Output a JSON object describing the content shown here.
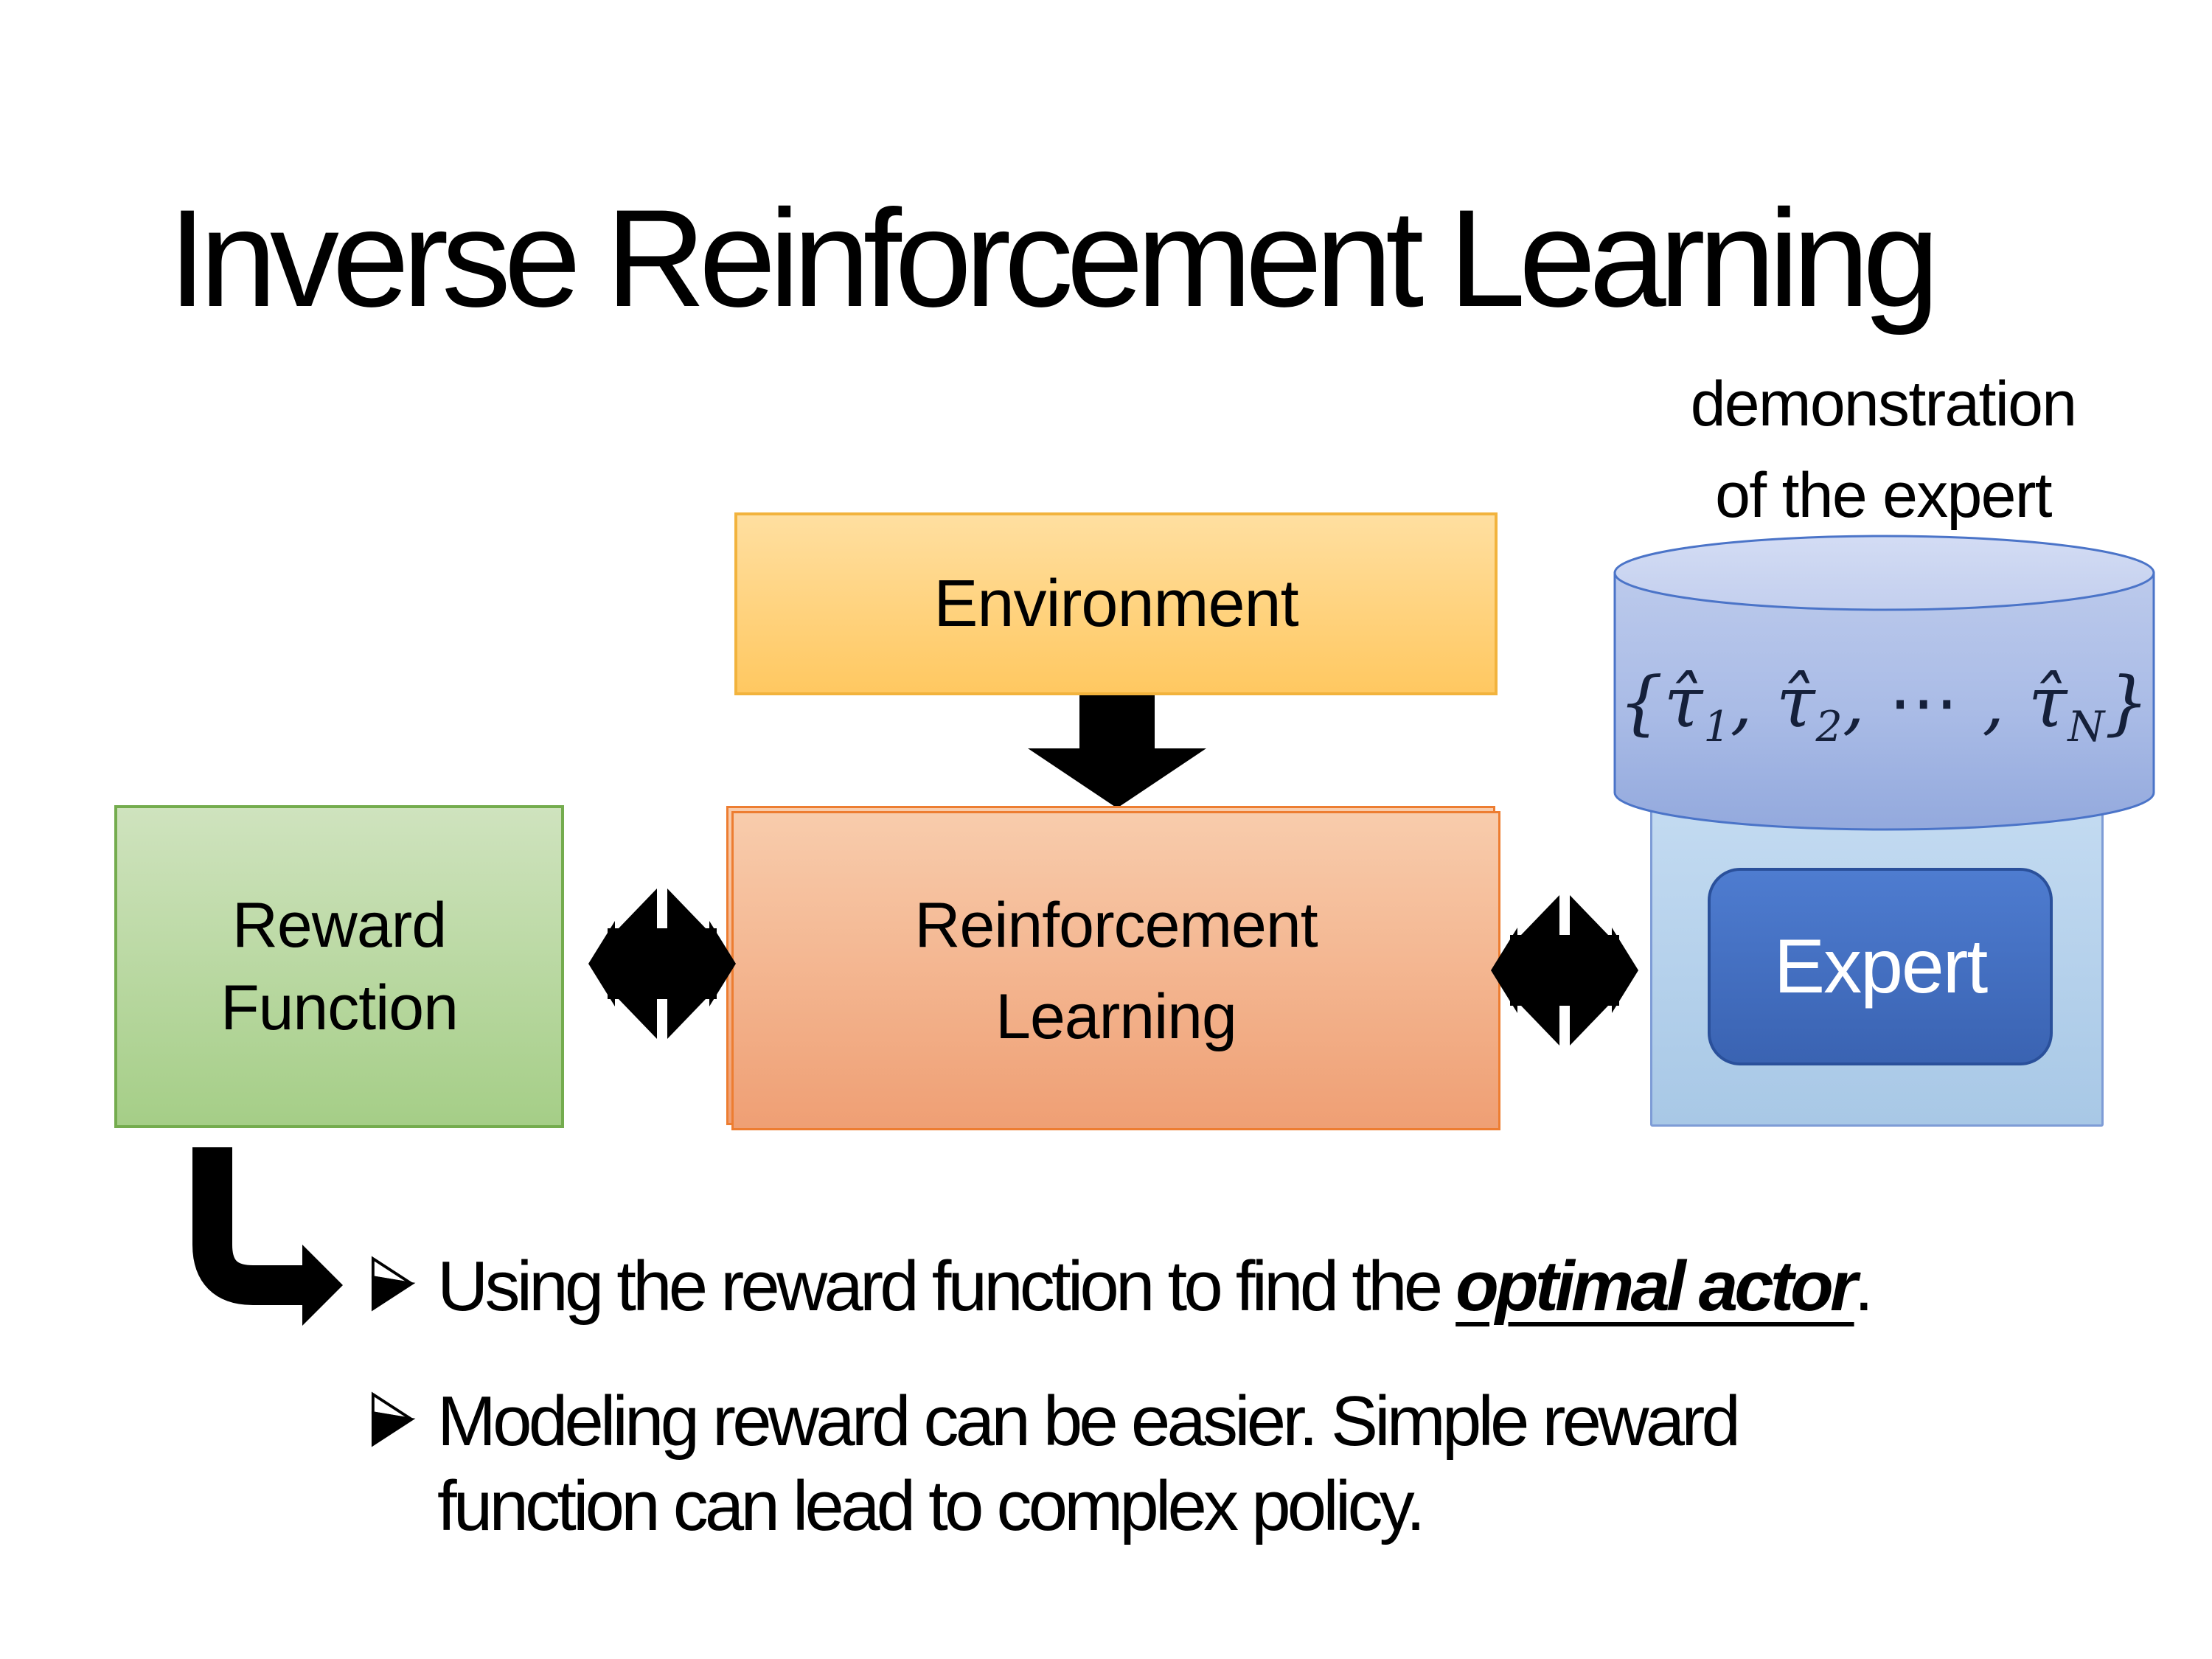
{
  "slide": {
    "title": "Inverse Reinforcement Learning"
  },
  "diagram": {
    "environment": {
      "label": "Environment"
    },
    "reward_function": {
      "label": "Reward\nFunction"
    },
    "reinforcement_learning": {
      "label": "Reinforcement\nLearning"
    },
    "expert": {
      "label": "Expert"
    },
    "demonstration_caption": "demonstration\nof the expert",
    "trajectory_formula": {
      "parts": [
        "{",
        "τ̂",
        "1",
        ", ",
        "τ̂",
        "2",
        ", ⋯ , ",
        "τ̂",
        "N",
        "}"
      ]
    }
  },
  "icons": {
    "bullet_marker": "arrowhead-right-bullet",
    "bullet_marker_glyph": "➢",
    "environment_to_rl": "down-arrow",
    "reward_rl_link": "bidirectional-exchange-arrow",
    "rl_expert_link": "bidirectional-exchange-arrow",
    "reward_to_bullets": "bent-elbow-arrow"
  },
  "bullets": [
    {
      "text_before": "Using the reward function to find the ",
      "emphasis": "optimal actor",
      "text_after": "."
    },
    {
      "text": "Modeling reward can be easier. Simple reward function can lead to complex policy."
    }
  ],
  "colors": {
    "title_text": "#000000",
    "environment_fill_top": "#FFDFA0",
    "environment_fill_bottom": "#FFC861",
    "environment_border": "#F2B33D",
    "rl_fill_top": "#F8CCAC",
    "rl_fill_bottom": "#EF9F74",
    "rl_border": "#ED7D31",
    "reward_fill_top": "#CFE3BE",
    "reward_fill_bottom": "#A5CE87",
    "reward_border": "#74AC4E",
    "cylinder_fill_top": "#CDD7F1",
    "cylinder_fill_bottom": "#93A9DD",
    "cylinder_border": "#4B74C8",
    "container_fill_top": "#C5DCF2",
    "container_fill_bottom": "#A8C8E6",
    "container_border": "#7E9CD6",
    "expert_fill_top": "#4E7CD0",
    "expert_fill_bottom": "#3A63B2",
    "expert_border": "#2A509B",
    "expert_text": "#FFFFFF",
    "arrow": "#000000"
  }
}
